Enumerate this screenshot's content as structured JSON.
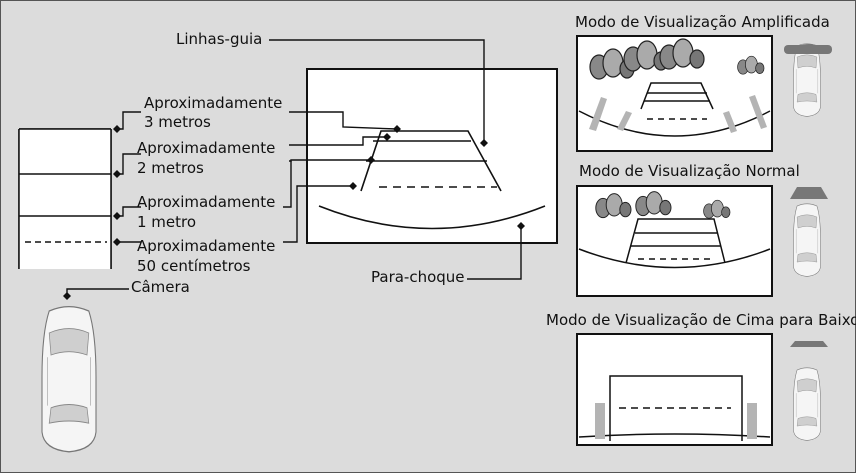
{
  "callouts": {
    "guide_lines": "Linhas-guia",
    "dist_3m_a": "Aproximadamente",
    "dist_3m_b": "3 metros",
    "dist_2m_a": "Aproximadamente",
    "dist_2m_b": "2 metros",
    "dist_1m_a": "Aproximadamente",
    "dist_1m_b": "1 metro",
    "dist_50cm_a": "Aproximadamente",
    "dist_50cm_b": "50 centímetros",
    "camera": "Câmera",
    "bumper": "Para-choque"
  },
  "views": [
    {
      "title": "Modo de Visualização Amplificada"
    },
    {
      "title": "Modo de Visualização Normal"
    },
    {
      "title": "Modo de Visualização de Cima para Baixo"
    }
  ],
  "colors": {
    "background": "#dcdcdc",
    "line": "#111111",
    "stripe": "#b4b4b4",
    "car_body": "#f2f2f2"
  }
}
